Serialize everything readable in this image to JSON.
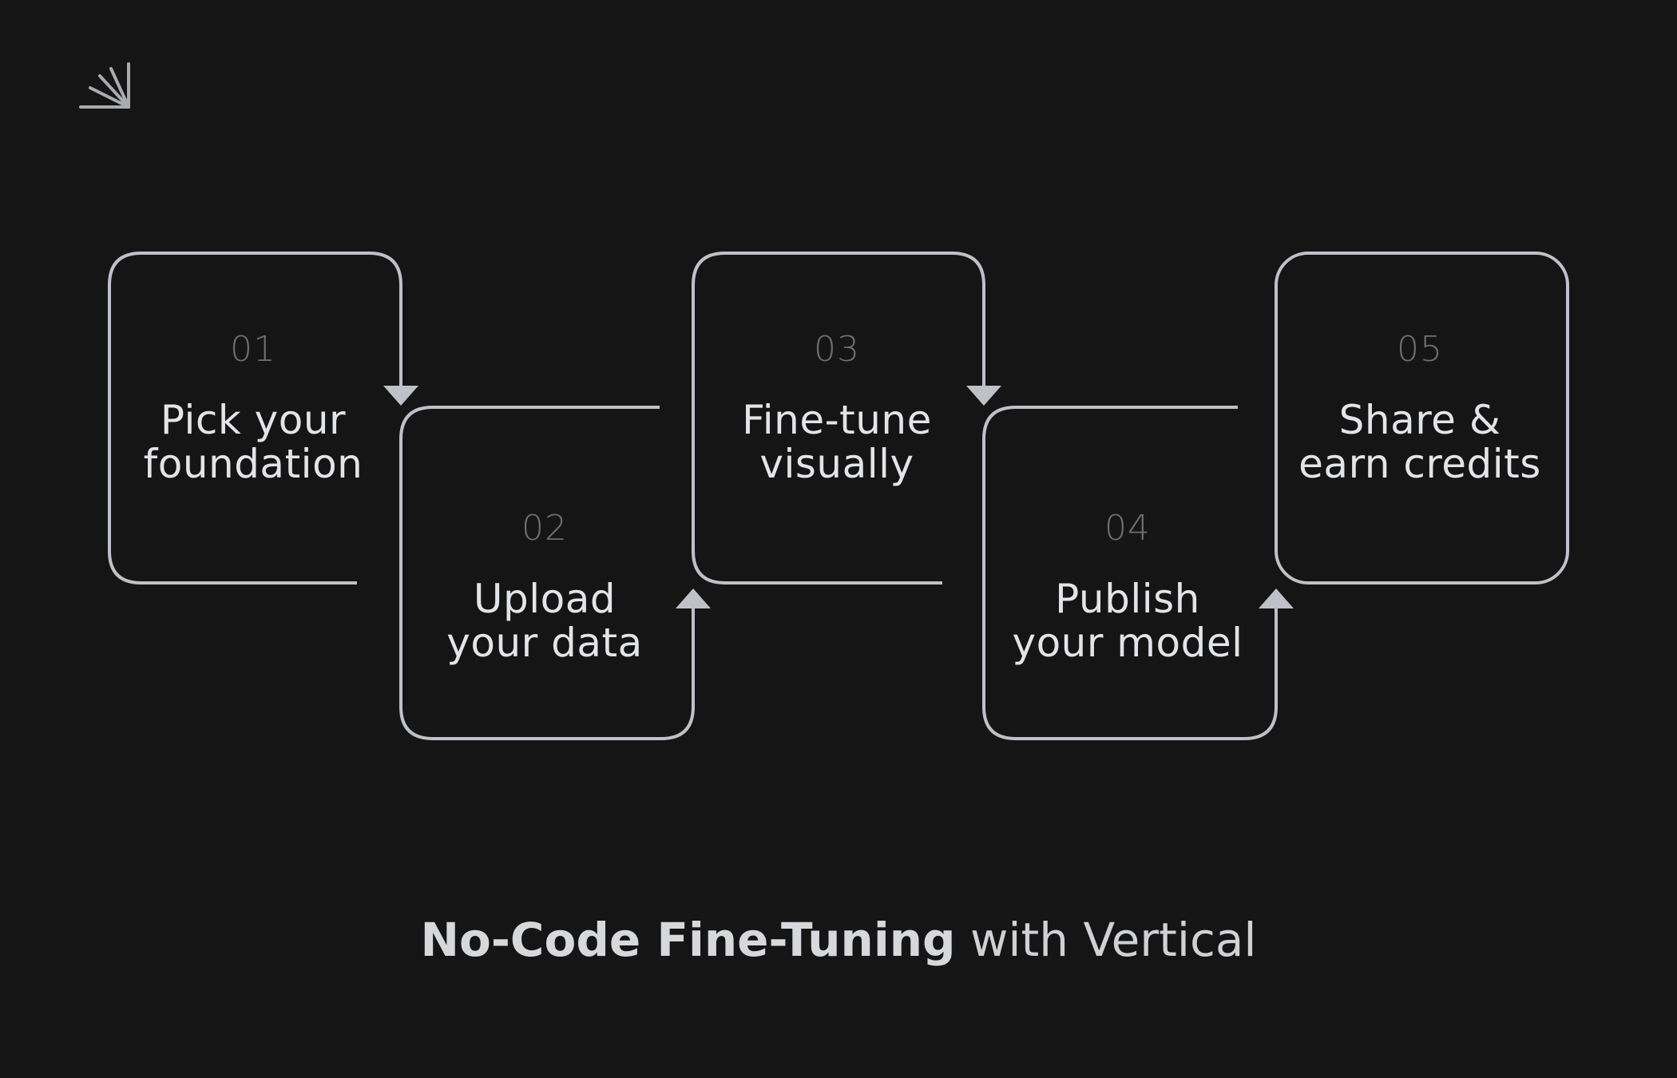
{
  "logo": {
    "icon": "rays-arrow-logo-icon"
  },
  "steps": [
    {
      "number": "01",
      "label": "Pick your\nfoundation"
    },
    {
      "number": "02",
      "label": "Upload\nyour data"
    },
    {
      "number": "03",
      "label": "Fine-tune\nvisually"
    },
    {
      "number": "04",
      "label": "Publish\nyour model"
    },
    {
      "number": "05",
      "label": "Share &\nearn credits"
    }
  ],
  "footer": {
    "title_strong": "No-Code Fine-Tuning",
    "title_rest": "with Vertical"
  },
  "colors": {
    "background": "#151515",
    "stroke": "#bfc1c8",
    "number": "#6e6f73",
    "text": "#e3e4e7"
  }
}
